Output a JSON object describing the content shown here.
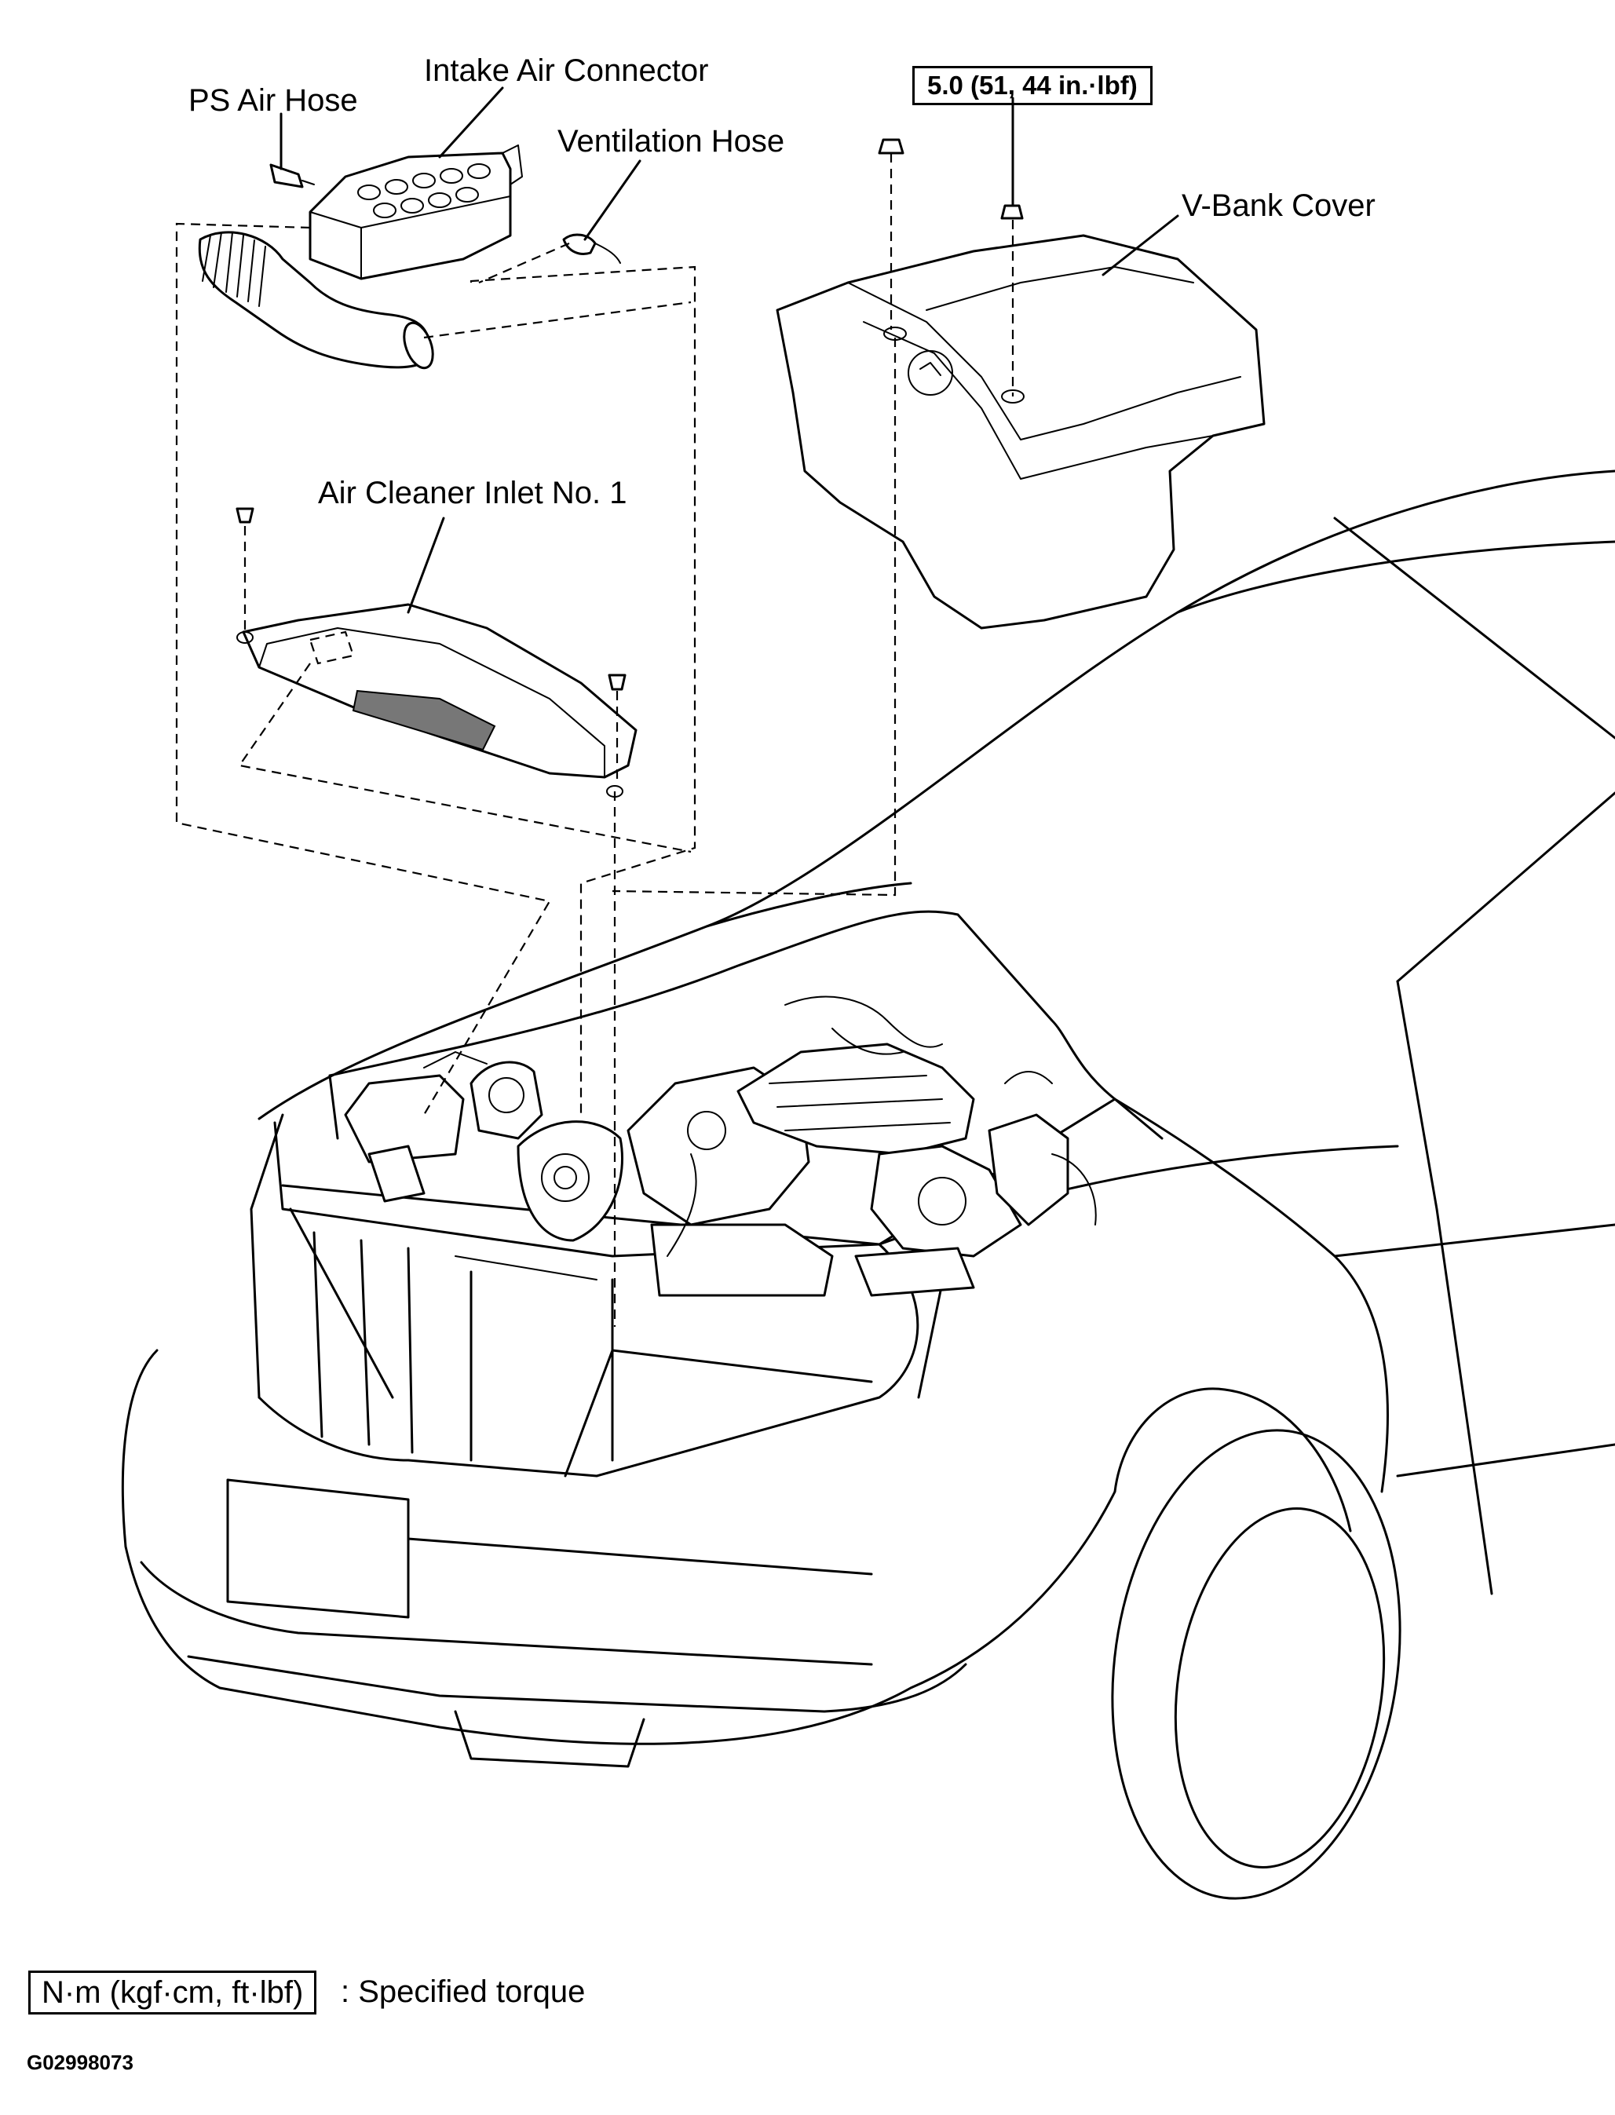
{
  "labels": {
    "ps_air_hose": "PS Air Hose",
    "intake_air_connector": "Intake Air Connector",
    "ventilation_hose": "Ventilation Hose",
    "v_bank_cover": "V-Bank  Cover",
    "air_cleaner_inlet": "Air Cleaner Inlet No. 1"
  },
  "torque_spec": "5.0 (51, 44 in.·lbf)",
  "legend": {
    "unit_box": "N·m (kgf·cm, ft·lbf)",
    "description": ": Specified torque"
  },
  "figure_code": "G02998073"
}
